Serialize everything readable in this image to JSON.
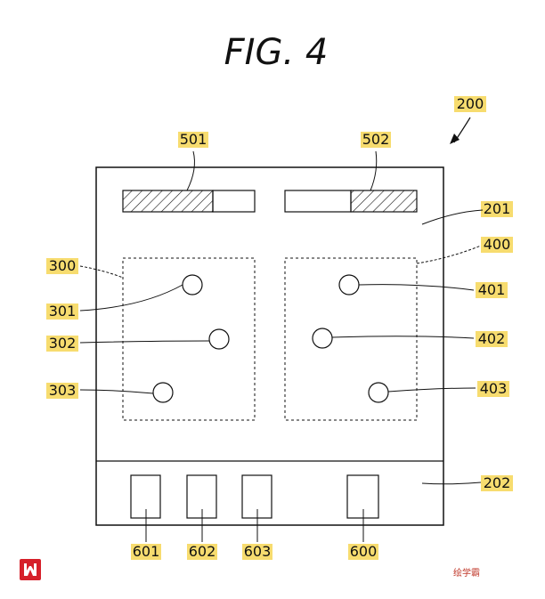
{
  "figure": {
    "title": "FIG. 4",
    "device_ref": "200",
    "upper_panel_ref": "201",
    "lower_panel_ref": "202",
    "bars": [
      {
        "ref": "501",
        "hatched_side": "left"
      },
      {
        "ref": "502",
        "hatched_side": "right"
      }
    ],
    "groups": [
      {
        "ref": "300",
        "points": [
          "301",
          "302",
          "303"
        ]
      },
      {
        "ref": "400",
        "points": [
          "401",
          "402",
          "403"
        ]
      }
    ],
    "buttons": [
      "601",
      "602",
      "603",
      "600"
    ],
    "colors": {
      "highlight": "#f7dc6f",
      "line": "#111111",
      "logo": "#d6202a",
      "watermark": "#c0392b"
    },
    "watermark": "绘学霸",
    "logo_icon": "logo-icon"
  }
}
